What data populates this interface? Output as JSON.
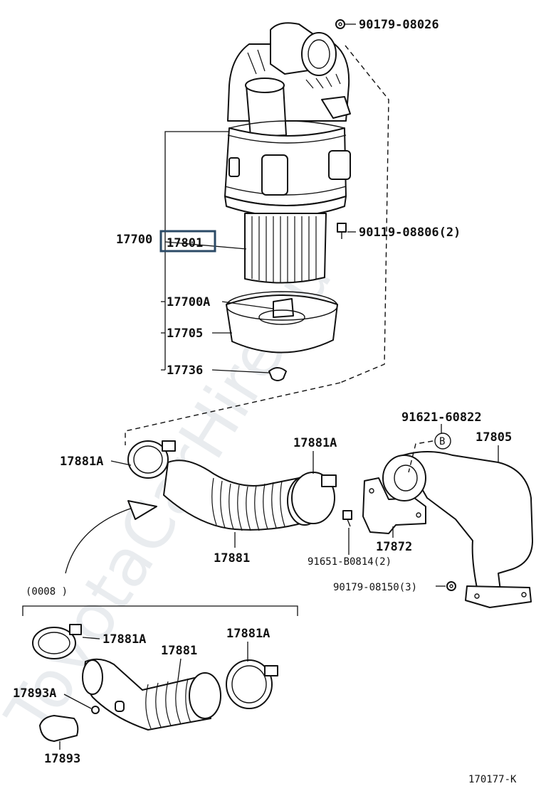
{
  "diagram": {
    "watermark": "ToyotaCarHire.ru",
    "figure_code": "170177-K",
    "highlight_color": "#2b4a66",
    "callouts": {
      "p90179_08026": "90179-08026",
      "p17700": "17700",
      "p17801": "17801",
      "p90119_08806": "90119-08806(2)",
      "p17700A": "17700A",
      "p17705": "17705",
      "p17736": "17736",
      "p91621_60822": "91621-60822",
      "marker_b": "B",
      "p17805": "17805",
      "p17881A_left": "17881A",
      "p17881A_right": "17881A",
      "p17881": "17881",
      "p17872": "17872",
      "p91651_b0814": "91651-B0814(2)",
      "p90179_08150": "90179-08150(3)",
      "date_range": "(0008        )",
      "p17881A_lower_1": "17881A",
      "p17881A_lower_2": "17881A",
      "p17881_lower": "17881",
      "p17893A": "17893A",
      "p17893": "17893"
    }
  }
}
